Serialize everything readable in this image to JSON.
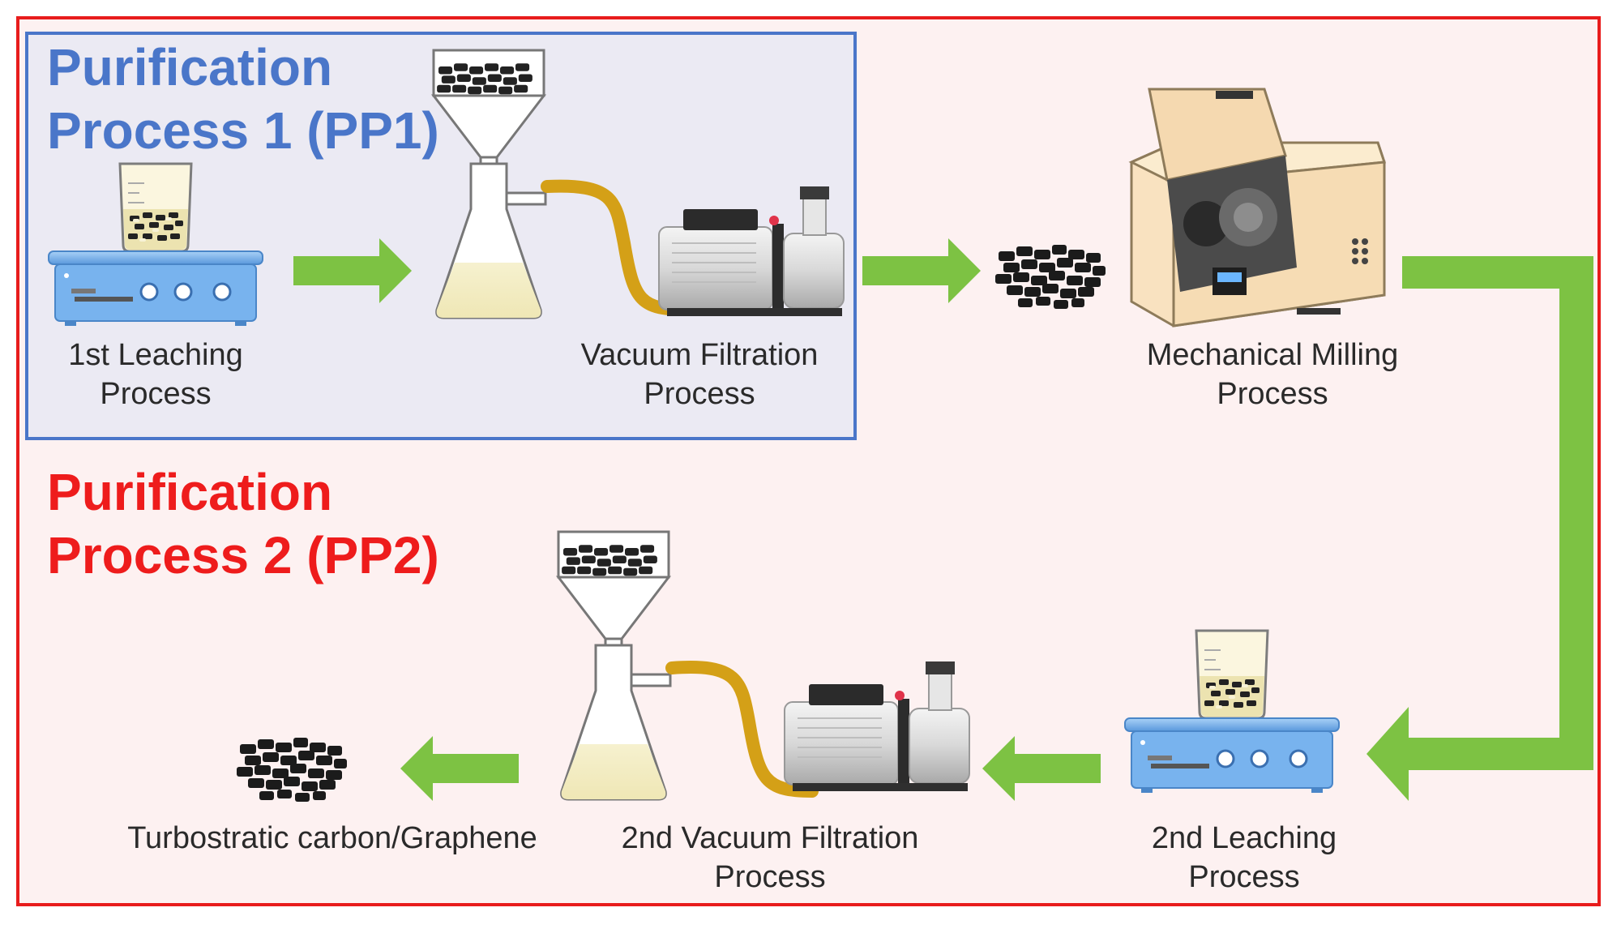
{
  "pp1_title": {
    "line1": "Purification",
    "line2": "Process 1 (PP1)"
  },
  "pp2_title": {
    "line1": "Purification",
    "line2": "Process 2 (PP2)"
  },
  "steps": {
    "leaching1": {
      "line1": "1st Leaching",
      "line2": "Process"
    },
    "vacuum1": {
      "line1": "Vacuum Filtration",
      "line2": "Process"
    },
    "milling": {
      "line1": "Mechanical Milling",
      "line2": "Process"
    },
    "leaching2": {
      "line1": "2nd Leaching",
      "line2": "Process"
    },
    "vacuum2": {
      "line1": "2nd Vacuum Filtration",
      "line2": "Process"
    },
    "product": {
      "line1": "Turbostratic carbon/Graphene"
    }
  },
  "colors": {
    "pp1_accent": "#4a76c9",
    "pp2_accent": "#ee1c1c",
    "arrow": "#7dc243",
    "tube": "#d4a017",
    "hotplate": "#6fa8e6"
  }
}
